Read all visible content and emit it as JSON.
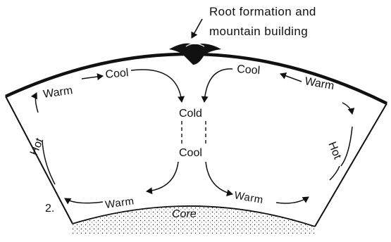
{
  "figure_number": "2.",
  "annotation": {
    "line1": "Root formation and",
    "line2": "mountain building"
  },
  "labels": {
    "left_cell": {
      "top_warm": "Warm",
      "top_cool": "Cool",
      "side_hot": "Hot",
      "bottom_warm": "Warm"
    },
    "center": {
      "cold": "Cold",
      "cool": "Cool"
    },
    "right_cell": {
      "top_cool": "Cool",
      "top_warm": "Warm",
      "side_hot": "Hot",
      "bottom_warm": "Warm"
    },
    "core": "Core"
  }
}
